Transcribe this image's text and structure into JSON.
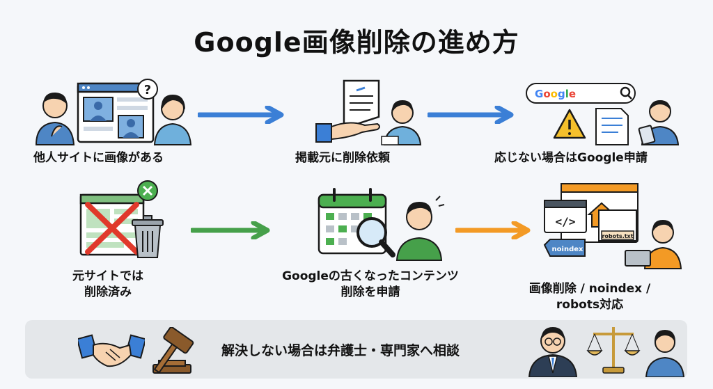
{
  "title": "Google画像削除の進め方",
  "steps": [
    {
      "label": "他人サイトに画像がある"
    },
    {
      "label": "掲載元に削除依頼"
    },
    {
      "label": "応じない場合はGoogle申請"
    },
    {
      "label_lines": [
        "元サイトでは",
        "削除済み"
      ]
    },
    {
      "label_lines": [
        "Googleの古くなったコンテンツ",
        "削除を申請"
      ]
    },
    {
      "label_lines": [
        "画像削除 / noindex /",
        "robots対応"
      ]
    }
  ],
  "bottom": {
    "text": "解決しない場合は弁護士・専門家へ相談"
  },
  "illustration_text": {
    "google_logo": "Google",
    "noindex_tag": "noindex",
    "robots_file": "robots.txt",
    "code_symbol": "</>"
  },
  "colors": {
    "arrow_blue": "#3b7fd6",
    "arrow_green": "#46a04a",
    "arrow_orange": "#f39a25",
    "person_blue": "#4e86c5",
    "skin": "#f7d3b0"
  }
}
